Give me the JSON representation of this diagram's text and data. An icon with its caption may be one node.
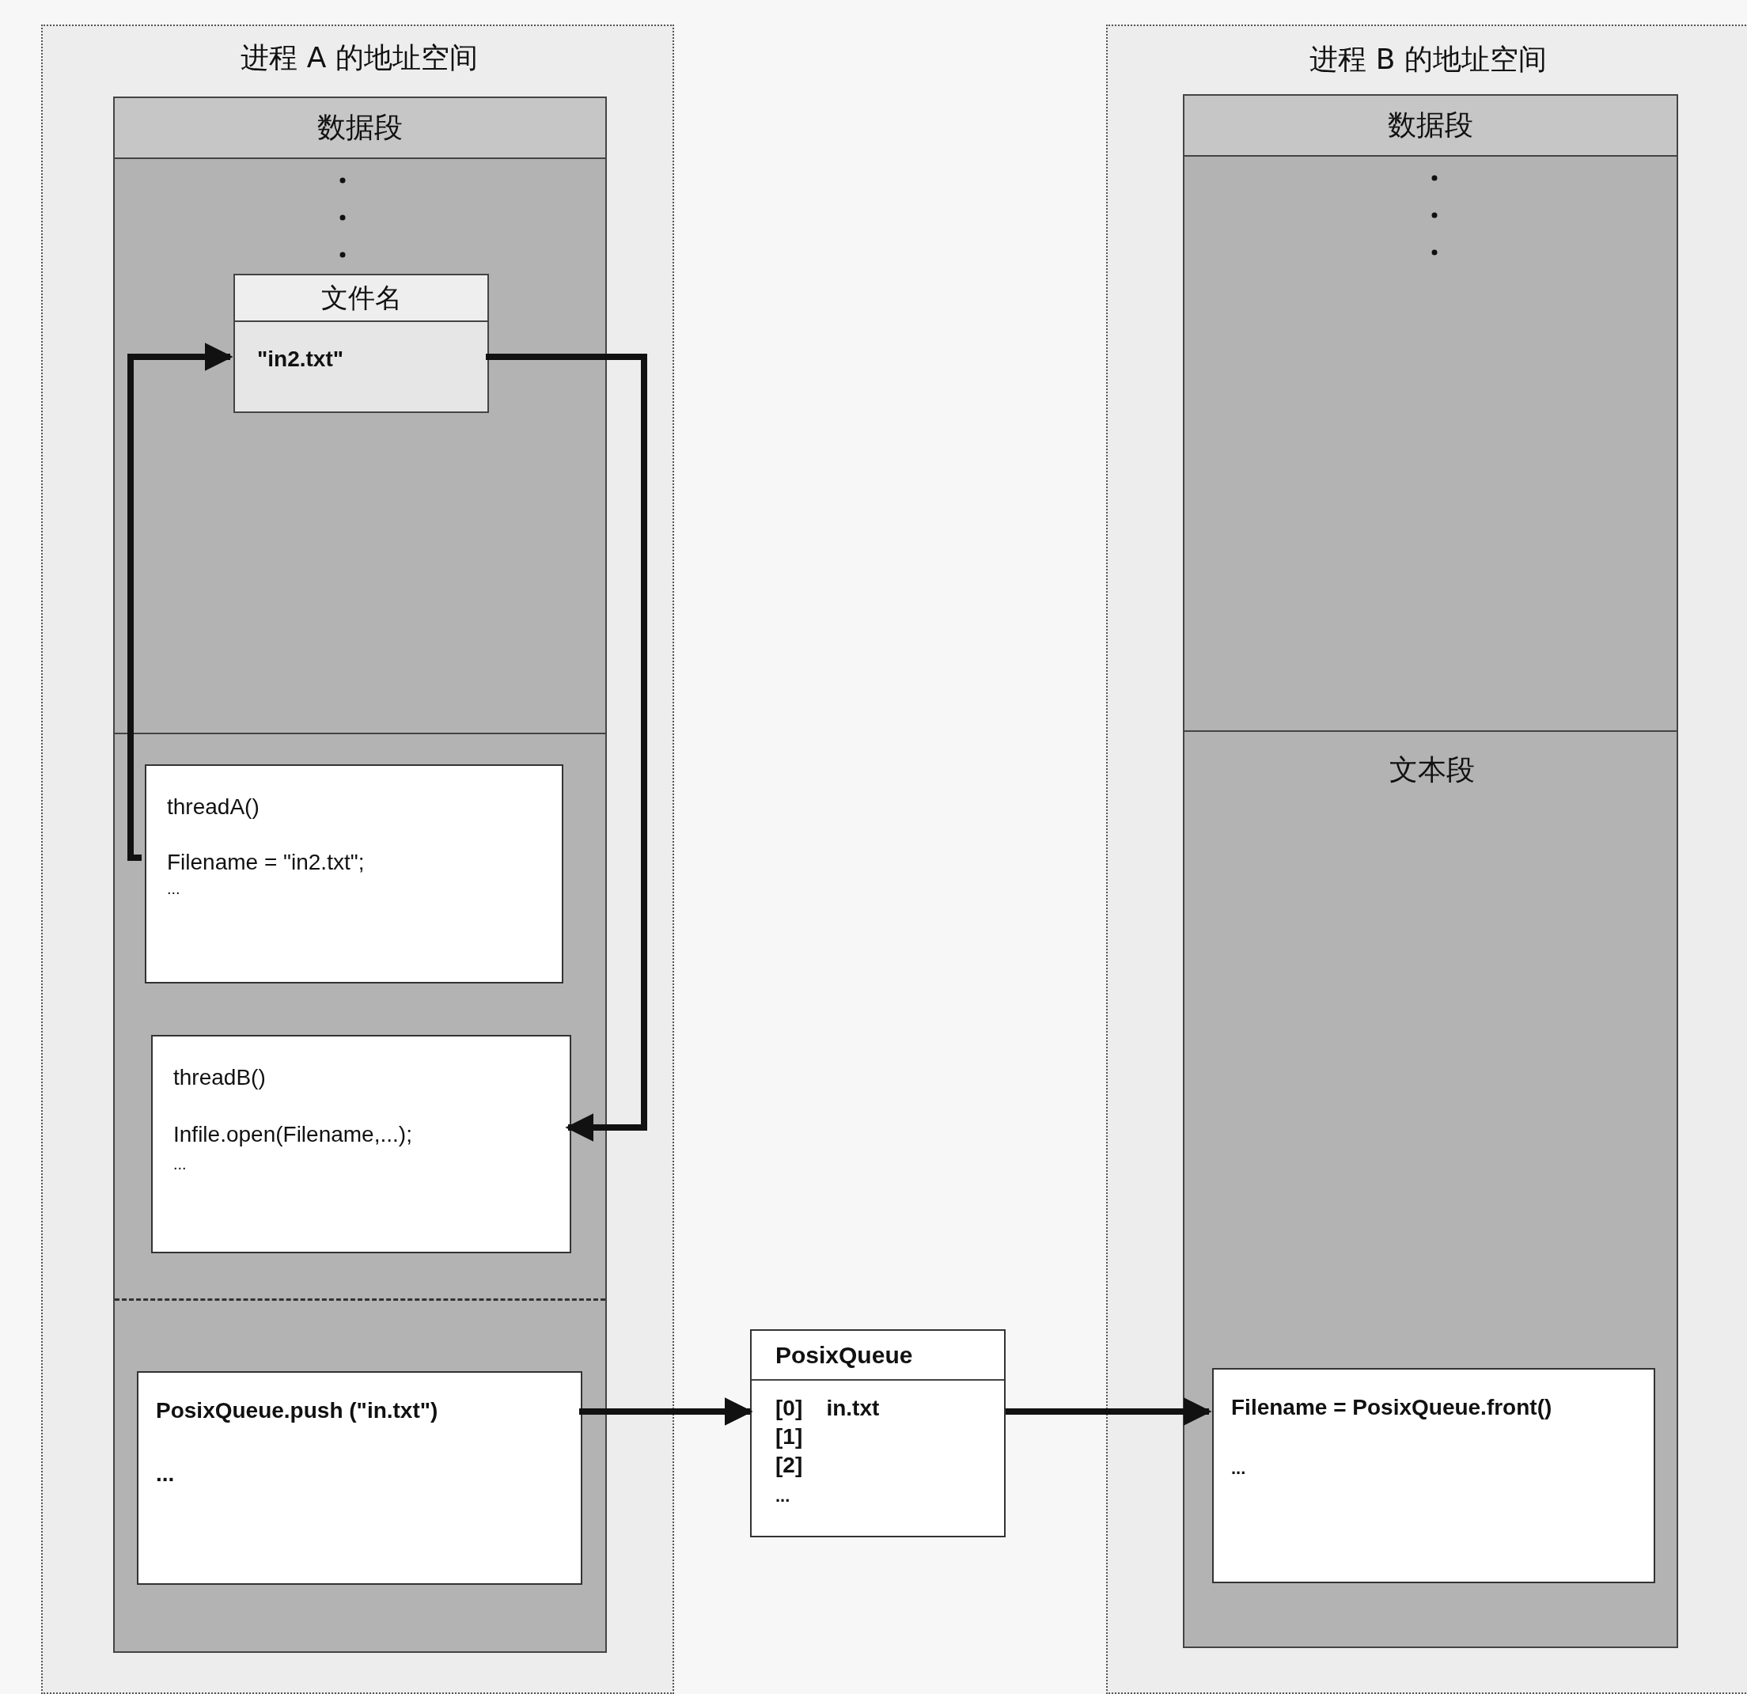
{
  "diagram": {
    "nodes": [
      {
        "text": [
          "进程 A 的地址空间"
        ]
      },
      {
        "text": [
          "数据段"
        ],
        "in": 0
      },
      {
        "text": [
          "文件名",
          "\"in2.txt\""
        ],
        "in": 1
      },
      {
        "text": [
          "threadA()",
          "Filename = \"in2.txt\";",
          "..."
        ],
        "in": 1
      },
      {
        "text": [
          "threadB()",
          "Infile.open(Filename,...);",
          "..."
        ],
        "in": 1
      },
      {
        "text": [
          "PosixQueue.push (\"in.txt\")",
          "..."
        ],
        "in": 1
      },
      {
        "text": [
          "PosixQueue",
          "[0] in.txt",
          "[1]",
          "[2]",
          "..."
        ]
      },
      {
        "text": [
          "进程 B 的地址空间"
        ]
      },
      {
        "text": [
          "数据段",
          "文本段"
        ],
        "in": 7
      },
      {
        "text": [
          "Filename = PosixQueue.front()",
          "..."
        ],
        "in": 8
      }
    ],
    "edges": [
      {
        "from": 3,
        "to": 2,
        "arrow": "to"
      },
      {
        "from": 2,
        "to": 4,
        "arrow": "to"
      },
      {
        "from": 5,
        "to": 6,
        "arrow": "to"
      },
      {
        "from": 6,
        "to": 9,
        "arrow": "to"
      }
    ]
  }
}
